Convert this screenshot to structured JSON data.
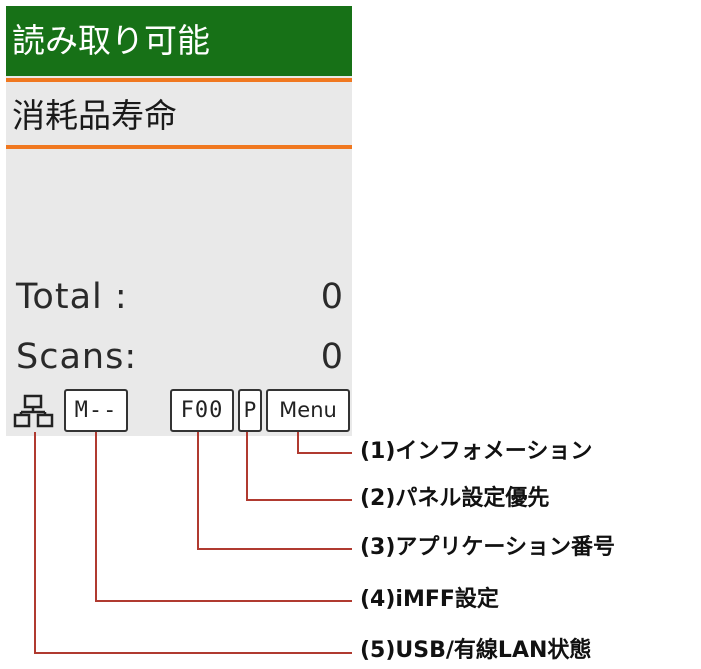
{
  "panel": {
    "status_text": "読み取り可能",
    "message_text": "消耗品寿命",
    "counters": [
      {
        "label": "Total :",
        "value": "0"
      },
      {
        "label": "Scans:",
        "value": "0"
      }
    ],
    "bottom_bar": {
      "usb_lan_icon": "usb-lan-status-icon",
      "imff_setting": "M--",
      "application_number": "F00",
      "panel_priority": "P",
      "menu_label": "Menu"
    }
  },
  "callouts": [
    "(1)インフォメーション",
    "(2)パネル設定優先",
    "(3)アプリケーション番号",
    "(4)iMFF設定",
    "(5)USB/有線LAN状態"
  ],
  "colors": {
    "status_bar": "#177117",
    "accent_line": "#f07820",
    "panel_bg": "#e9e9e9",
    "leader_line": "#c23a2e"
  }
}
